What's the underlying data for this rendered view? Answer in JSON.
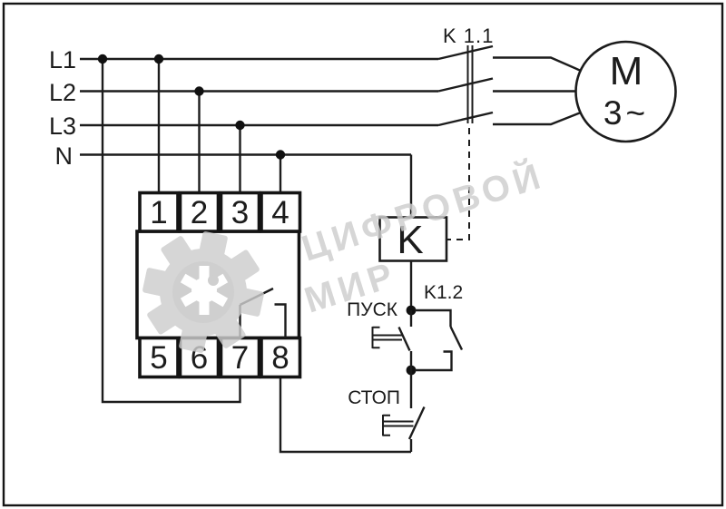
{
  "diagram": {
    "title_hint": "relay motor start-stop wiring schematic",
    "power_lines": [
      {
        "label": "L1"
      },
      {
        "label": "L2"
      },
      {
        "label": "L3"
      },
      {
        "label": "N"
      }
    ],
    "device": {
      "terminals": [
        "1",
        "2",
        "3",
        "4",
        "5",
        "6",
        "7",
        "8"
      ]
    },
    "contactor": {
      "main_contact_label": "K 1.1",
      "coil_label": "K",
      "aux_contact_label": "K1.2"
    },
    "motor": {
      "label": "M",
      "phase": "3~"
    },
    "buttons": {
      "start": "ПУСК",
      "stop": "СТОП"
    },
    "watermark": {
      "line1": "ЦИФРОВОЙ",
      "line2": "МИР"
    },
    "colors": {
      "line": "#1c1c1c",
      "watermark": "#cdcdcd",
      "background": "#ffffff"
    }
  }
}
